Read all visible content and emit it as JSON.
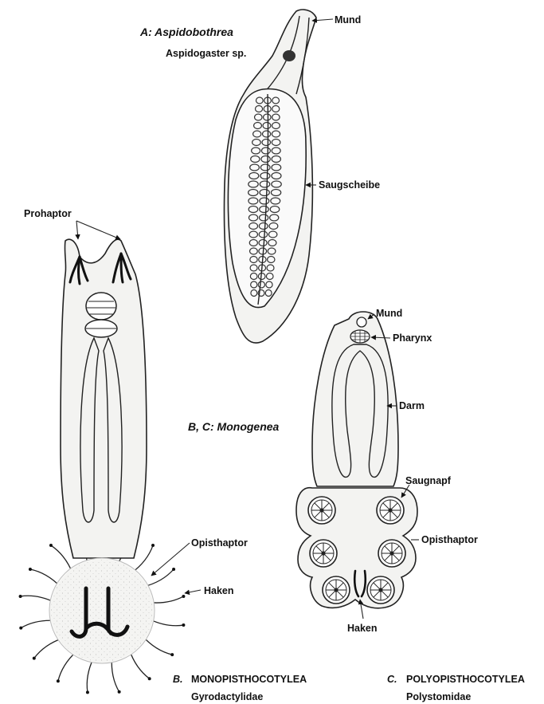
{
  "titles": {
    "a_group": "A:  Aspidobothrea",
    "bc_group": "B, C:  Monogenea"
  },
  "specimens": {
    "a": {
      "taxon": "Aspidogaster sp."
    },
    "b": {
      "letter": "B.",
      "order": "MONOPISTHOCOTYLEA",
      "family": "Gyrodactylidae"
    },
    "c": {
      "letter": "C.",
      "order": "POLYOPISTHOCOTYLEA",
      "family": "Polystomidae"
    }
  },
  "labels": {
    "a_mund": "Mund",
    "a_saugscheibe": "Saugscheibe",
    "b_prohaptor": "Prohaptor",
    "b_opisthaptor": "Opisthaptor",
    "b_haken": "Haken",
    "c_mund": "Mund",
    "c_pharynx": "Pharynx",
    "c_darm": "Darm",
    "c_saugnapf": "Saugnapf",
    "c_opisthaptor": "Opisthaptor",
    "c_haken": "Haken"
  }
}
